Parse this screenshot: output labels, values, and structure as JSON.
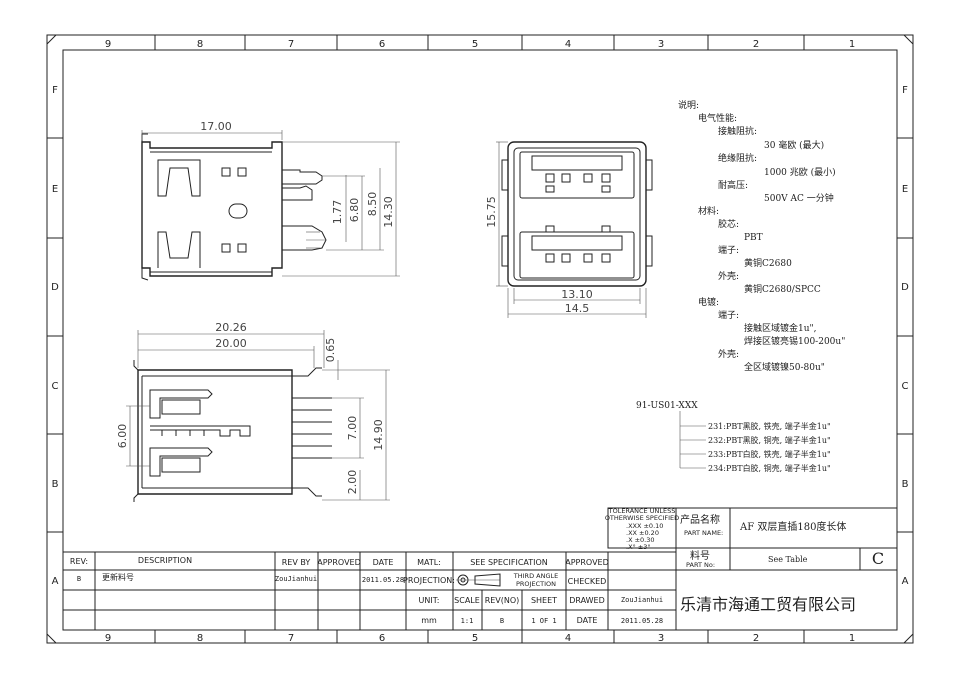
{
  "border": {
    "top_numbers": [
      "9",
      "8",
      "7",
      "6",
      "5",
      "4",
      "3",
      "2",
      "1"
    ],
    "bottom_numbers": [
      "9",
      "8",
      "7",
      "6",
      "5",
      "4",
      "3",
      "2",
      "1"
    ],
    "side_letters": [
      "F",
      "E",
      "D",
      "C",
      "B",
      "A"
    ]
  },
  "dimensions": {
    "front_width": "17.00",
    "front_h1": "1.77",
    "front_h2": "6.80",
    "front_h3": "8.50",
    "front_h4": "14.30",
    "end_height": "15.75",
    "end_w1": "13.10",
    "end_w2": "14.5",
    "side_w1": "20.26",
    "side_w2": "20.00",
    "side_h1": "0.65",
    "side_h2": "6.00",
    "side_h3": "7.00",
    "side_h4": "14.90",
    "side_h5": "2.00"
  },
  "notes": {
    "heading": "说明:",
    "electrical": "电气性能:",
    "contact_res": "接触阻抗:",
    "contact_res_val": "30 毫欧 (最大)",
    "insul_res": "绝缘阻抗:",
    "insul_res_val": "1000 兆欧 (最小)",
    "voltage": "耐高压:",
    "voltage_val": "500V AC 一分钟",
    "material": "材料:",
    "core": "胶芯:",
    "core_val": "PBT",
    "terminal": "端子:",
    "terminal_val": "黄铜C2680",
    "shell": "外壳:",
    "shell_val": "黄铜C2680/SPCC",
    "plating": "电镀:",
    "plating_terminal": "端子:",
    "plating_t1": "接触区域镀金1u\",",
    "plating_t2": "焊接区镀亮锡100-200u\"",
    "plating_shell": "外壳:",
    "plating_s1": "全区域镀镍50-80u\""
  },
  "part_options": {
    "base": "91-US01-XXX",
    "items": [
      "231:PBT黑胶, 铁壳, 端子半金1u\"",
      "232:PBT黑胶, 铜壳, 端子半金1u\"",
      "233:PBT白胶, 铁壳, 端子半金1u\"",
      "234:PBT白胶, 铜壳, 端子半金1u\""
    ]
  },
  "title_block": {
    "tol_1": "TOLERANCE UNLESS",
    "tol_2": "OTHERWISE SPECIFIED",
    "tol_3": ".XXX  ±0.10",
    "tol_4": ".XX   ±0.20",
    "tol_5": ".X    ±0.30",
    "tol_6": ".X°   ±3°",
    "part_name_cn": "产品名称",
    "part_name_en": "PART NAME:",
    "part_name_val": "AF 双层直插180度长体",
    "part_no_cn": "料号",
    "part_no_en": "PART No:",
    "part_no_val": "See Table",
    "rev_letter": "C",
    "company": "乐清市海通工贸有限公司",
    "rev_h": "REV:",
    "desc_h": "DESCRIPTION",
    "revby_h": "REV BY",
    "approved_h": "APPROVED",
    "date_h": "DATE",
    "matl_h": "MATL:",
    "matl_val": "SEE SPECIFICATION",
    "approved2_h": "APPROVED",
    "rev_val": "B",
    "desc_val": "更新料号",
    "revby_val": "ZouJianhui",
    "date_val": "2011.05.28",
    "projection_h": "PROJECTION:",
    "projection_val_1": "THIRD ANGLE",
    "projection_val_2": "PROJECTION",
    "checked_h": "CHECKED",
    "unit_h": "UNIT:",
    "scale_h": "SCALE",
    "revno_h": "REV(NO)",
    "sheet_h": "SHEET",
    "drawed_h": "DRAWED",
    "drawed_val": "ZouJianhui",
    "unit_val": "mm",
    "scale_val": "1:1",
    "revno_val": "B",
    "sheet_val": "1 OF 1",
    "date2_h": "DATE",
    "date2_val": "2011.05.28"
  }
}
